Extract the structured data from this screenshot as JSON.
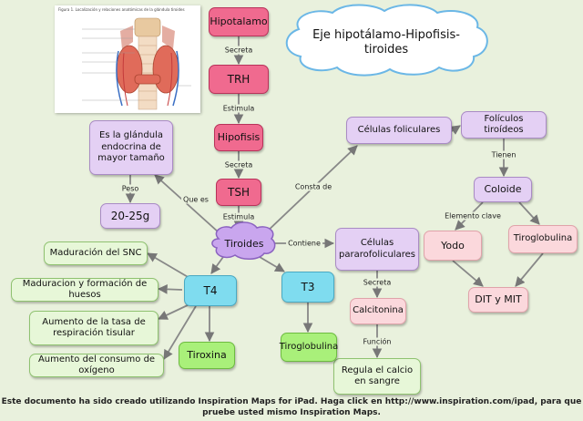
{
  "title": "Eje hipotálamo-Hipofisis-tiroides",
  "nodes": {
    "hipotalamo": "Hipotalamo",
    "trh": "TRH",
    "hipofisis": "Hipofisis",
    "tsh": "TSH",
    "tiroides": "Tiroides",
    "glandula": "Es la glándula endocrina de mayor tamaño",
    "peso_val": "20-25g",
    "celulas_foliculares": "Células foliculares",
    "foliculos": "Folículos tiroídeos",
    "coloide": "Coloide",
    "yodo": "Yodo",
    "tiroglobulina_r": "Tiroglobulina",
    "dit_mit": "DIT y MIT",
    "parafoliculares": "Células pararofoliculares",
    "calcitonina": "Calcitonina",
    "regula_calcio": "Regula el calcio en sangre",
    "t4": "T4",
    "t3": "T3",
    "tiroglobulina_l": "Tiroglobulina",
    "tiroxina": "Tiroxina",
    "snc": "Maduración del SNC",
    "huesos": "Maduracion y formación de huesos",
    "respiracion": "Aumento de la tasa de respiración tisular",
    "oxigeno": "Aumento del consumo de oxígeno"
  },
  "edge_labels": {
    "secreta1": "Secreta",
    "estimula1": "Estimula",
    "secreta2": "Secreta",
    "estimula2": "Estimula",
    "peso": "Peso",
    "que_es": "Que es",
    "consta_de": "Consta de",
    "contiene": "Contiene",
    "tienen": "Tienen",
    "elemento_clave": "Elemento clave",
    "secreta3": "Secreta",
    "funcion": "Función"
  },
  "image_caption": "Figura 1. Localización y relaciones anatómicas de la glándula tiroides",
  "footer": "Este documento ha sido creado utilizando Inspiration Maps for iPad. Haga click en http://www.inspiration.com/ipad, para que pruebe usted mismo Inspiration Maps."
}
